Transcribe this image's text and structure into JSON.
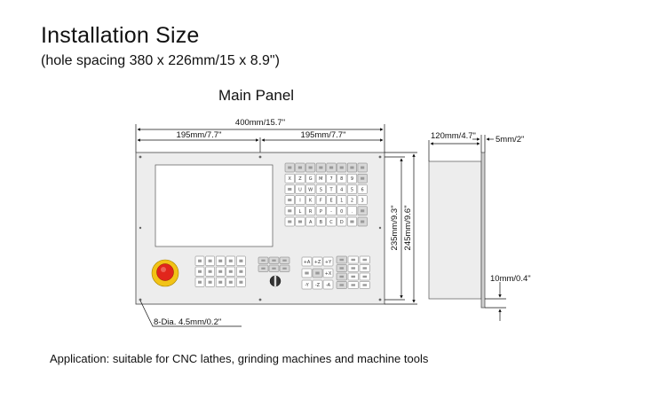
{
  "header": {
    "title": "Installation Size",
    "subtitle": "(hole spacing 380 x 226mm/15 x 8.9\")"
  },
  "main_panel": {
    "title": "Main Panel",
    "dim_total_width": "400mm/15.7\"",
    "dim_half_left": "195mm/7.7\"",
    "dim_half_right": "195mm/7.7\"",
    "dim_inner_height": "235mm/9.3\"",
    "dim_outer_height": "245mm/9.6\"",
    "hole_note": "8-Dia. 4.5mm/0.2\""
  },
  "side_view": {
    "dim_depth": "120mm/4.7\"",
    "dim_flange": "5mm/2\"",
    "dim_bottom": "10mm/0.4\""
  },
  "keypad_right": {
    "rows": [
      [
        "",
        "",
        "",
        "",
        "",
        ""
      ],
      [
        "X",
        "Z",
        "G",
        "M",
        "7",
        "8",
        "9"
      ],
      [
        "",
        "U",
        "W",
        "S",
        "T",
        "4",
        "5",
        "6"
      ],
      [
        "",
        "I",
        "K",
        "F",
        "E",
        "1",
        "2",
        "3"
      ],
      [
        "",
        "L",
        "R",
        "P",
        "-",
        "0",
        "."
      ],
      [
        "",
        "",
        "A",
        "B",
        "C",
        "D",
        ""
      ]
    ]
  },
  "keypad_bottom_right": {
    "left_col": [
      "+A",
      "+Y",
      "-A",
      "-Y"
    ],
    "mid_col": [
      "+Z",
      "-X",
      "+X",
      "-Z"
    ]
  },
  "footer": {
    "application": "Application: suitable for CNC lathes, grinding machines and machine tools"
  }
}
